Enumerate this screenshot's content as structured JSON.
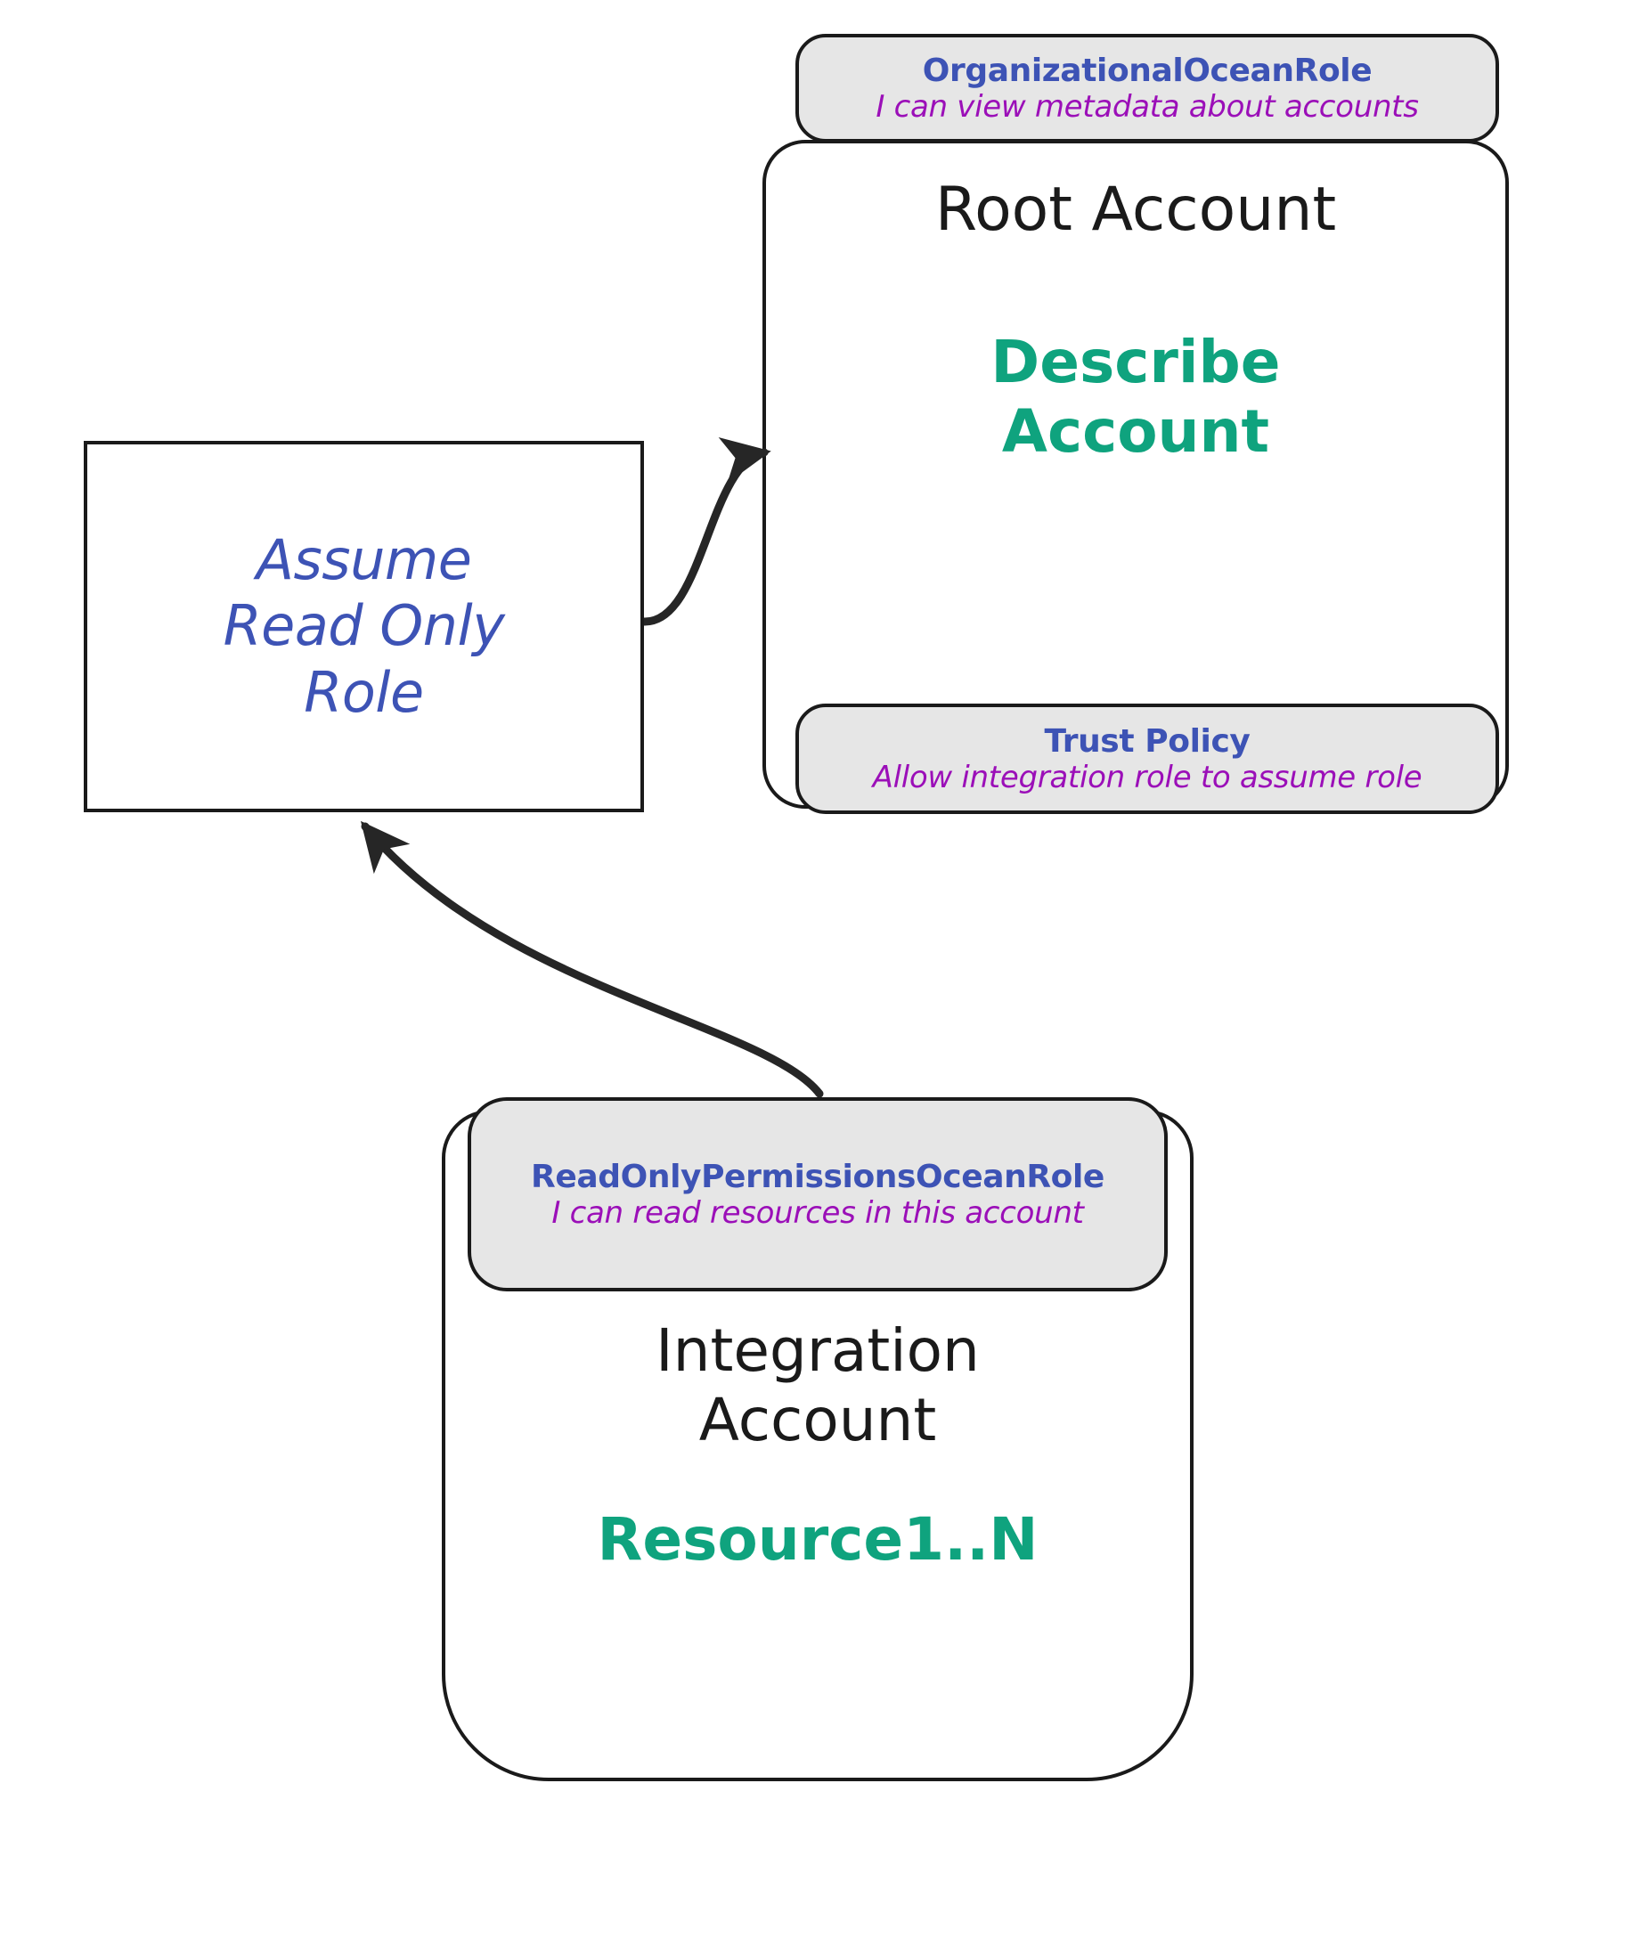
{
  "diagram": {
    "title": "Cross-account read-only role assumption",
    "background_color": "#ffffff",
    "colors": {
      "stroke": "#1a1a1a",
      "badge_fill": "#e6e6e6",
      "role_name": "#3d53b5",
      "role_description": "#9b0fb8",
      "highlight": "#0fa37e",
      "account_title": "#1a1a1a"
    }
  },
  "nodes": {
    "root_account": {
      "title": "Root Account",
      "highlight": "Describe\nAccount",
      "badge_top": {
        "name": "OrganizationalOceanRole",
        "description": "I can view metadata about accounts"
      },
      "badge_bottom": {
        "name": "Trust Policy",
        "description": "Allow integration role to assume role"
      }
    },
    "assume_role": {
      "label": "Assume\nRead Only\nRole"
    },
    "integration_account": {
      "title": "Integration\nAccount",
      "highlight": "Resource1..N",
      "badge_top": {
        "name": "ReadOnlyPermissionsOceanRole",
        "description": "I can read resources in this account"
      }
    }
  },
  "edges": [
    {
      "id": "assume-to-root",
      "from": "assume_role",
      "to": "root_account",
      "label": "",
      "arrowhead": "to-root-account"
    },
    {
      "id": "integration-to-assume",
      "from": "integration_account",
      "to": "assume_role",
      "label": "",
      "arrowhead": "to-assume-role"
    }
  ]
}
